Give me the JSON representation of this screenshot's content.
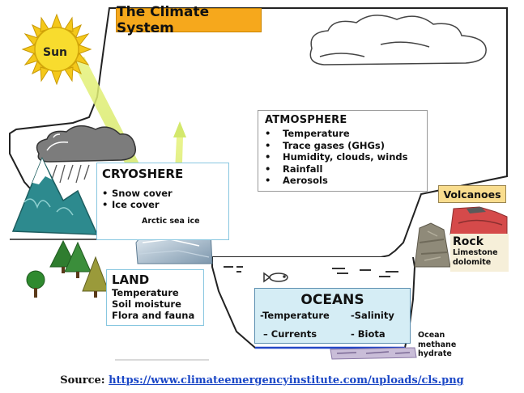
{
  "title": "The Climate System",
  "sun": {
    "label": "Sun"
  },
  "atmosphere": {
    "heading": "ATMOSPHERE",
    "items": [
      "Temperature",
      "Trace gases (GHGs)",
      "Humidity,  clouds,  winds",
      "Rainfall",
      "Aerosols"
    ]
  },
  "cryosphere": {
    "heading": "CRYOSHERE",
    "items": [
      "Snow cover",
      "Ice cover"
    ],
    "sublabel": "Arctic sea ice"
  },
  "land": {
    "heading": "LAND",
    "items": [
      "Temperature",
      "Soil moisture",
      "Flora and fauna"
    ]
  },
  "oceans": {
    "heading": "OCEANS",
    "temperature": "-Temperature",
    "salinity": "-Salinity",
    "currents": "– Currents",
    "biota": "- Biota"
  },
  "volcanoes": {
    "label": "Volcanoes"
  },
  "rock": {
    "heading": "Rock",
    "items": [
      "Limestone",
      "dolomite"
    ]
  },
  "ocean_methane_hydrate": {
    "lines": [
      "Ocean",
      "methane",
      "hydrate"
    ]
  },
  "source": {
    "prefix": "Source: ",
    "link_text": "https://www.climateemergencyinstitute.com/uploads/cls.png"
  },
  "colors": {
    "title_bg": "#f6a81c",
    "ocean_fill": "#d5edf5",
    "link": "#1b47c6",
    "sun": "#f6d11a"
  }
}
